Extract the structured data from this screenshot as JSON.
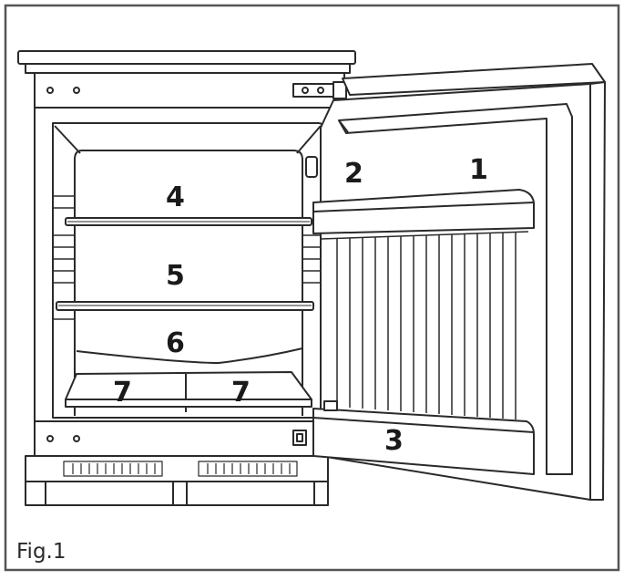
{
  "figure": {
    "caption": "Fig.1",
    "labels": {
      "door_shelf_upper": "1",
      "door_shelf_side": "2",
      "door_bottle_rack": "3",
      "shelf_top": "4",
      "shelf_middle": "5",
      "crisper_cover": "6",
      "crisper_left": "7",
      "crisper_right": "7"
    }
  },
  "colors": {
    "line": "#2a2a2a",
    "frame": "#555555",
    "background": "#ffffff"
  }
}
